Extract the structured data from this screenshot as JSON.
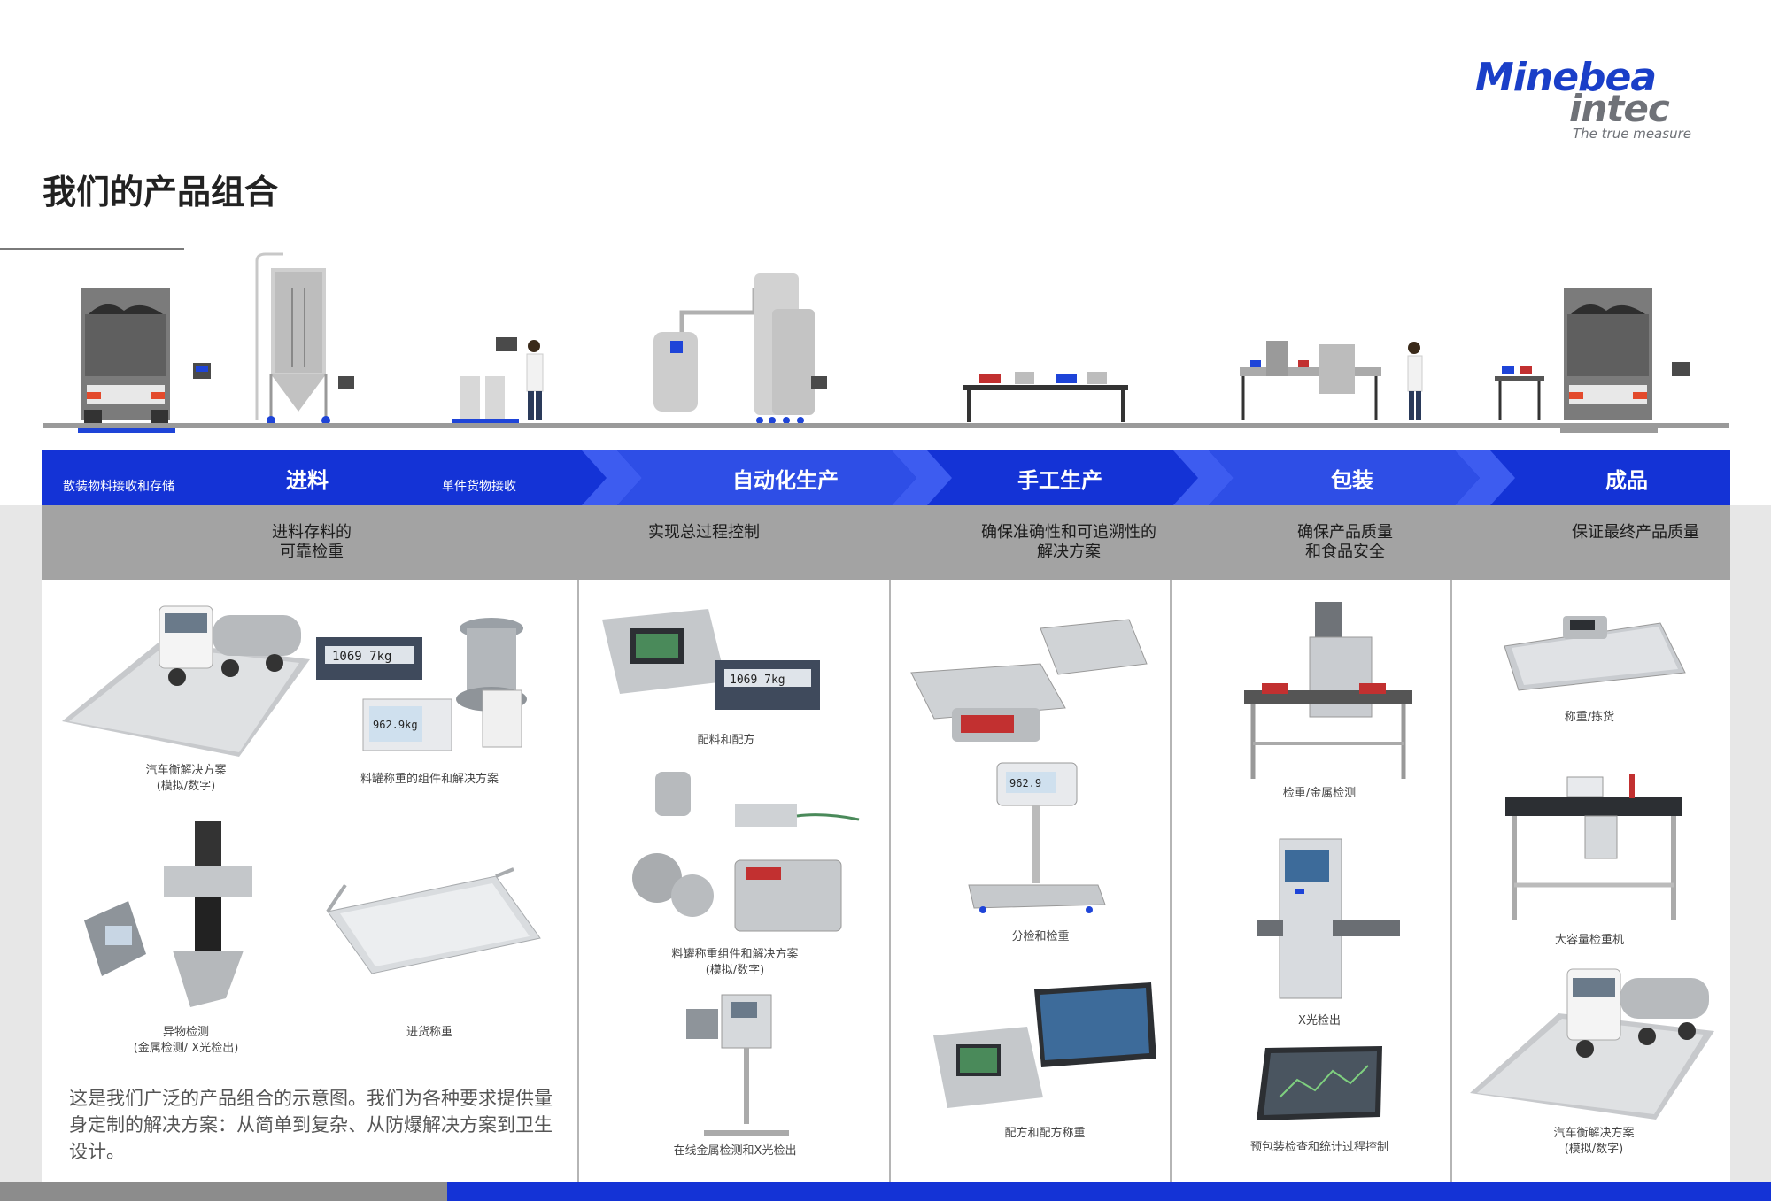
{
  "logo": {
    "name": "Minebea",
    "sub": "intec",
    "tagline": "The true measure"
  },
  "page": {
    "title": "我们的产品组合"
  },
  "stages": [
    {
      "title": "进料",
      "left_label": "散装物料接收和存储",
      "right_label": "单件货物接收"
    },
    {
      "title": "自动化生产"
    },
    {
      "title": "手工生产"
    },
    {
      "title": "包装"
    },
    {
      "title": "成品"
    }
  ],
  "benefits": [
    "进料存料的\n可靠检重",
    "实现总过程控制",
    "确保准确性和可追溯性的\n解决方案",
    "确保产品质量\n和食品安全",
    "保证最终产品质量"
  ],
  "captions": {
    "truck_scale": "汽车衡解决方案\n(模拟/数字)",
    "tank_components": "料罐称重的组件和解决方案",
    "foreign_object": "异物检测\n(金属检测/ X光检出)",
    "goods_in": "进货称重",
    "batching": "配料和配方",
    "tank_weighing": "料罐称重组件和解决方案\n(模拟/数字)",
    "inline_detection": "在线金属检测和X光检出",
    "counting": "分检和检重",
    "formulation": "配方和配方称重",
    "checkweigh_metal": "检重/金属检测",
    "xray": "X光检出",
    "prepack_spc": "预包装检查和统计过程控制",
    "weighing_picking": "称重/拣货",
    "large_checkweigher": "大容量检重机",
    "truck_scale_2": "汽车衡解决方案\n(模拟/数字)"
  },
  "display_readings": {
    "d1": "1069 7kg",
    "d2": "962.9kg",
    "d3": "1069 7kg",
    "d4": "962.9"
  },
  "description": "这是我们广泛的产品组合的示意图。我们为各种要求提供量身定制的解决方案：从简单到复杂、从防爆解决方案到卫生设计。",
  "colors": {
    "brand_blue": "#1433d6",
    "band_arrow": "#3d5cf0",
    "benefit_gray": "#a3a3a3",
    "logo_gray": "#6f7278"
  }
}
